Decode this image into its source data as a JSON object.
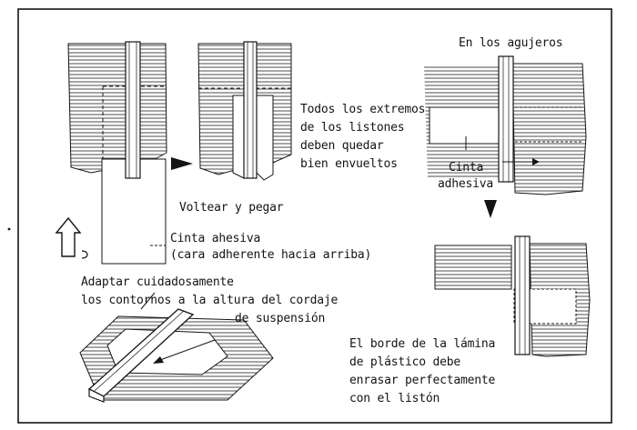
{
  "labels": {
    "en_los_agujeros": "En los agujeros",
    "todos_los_extremos": [
      "Todos los extremos",
      "de los listones",
      "deben quedar",
      "bien envueltos"
    ],
    "cinta_adhesiva": [
      "Cinta",
      "adhesiva"
    ],
    "voltear_y_pegar": "Voltear y pegar",
    "cinta_ahesiva": [
      "Cinta ahesiva",
      "(cara adherente hacia arriba)"
    ],
    "adaptar": [
      "Adaptar cuidadosamente",
      "los contornos a la altura del cordaje",
      "de suspensión"
    ],
    "el_borde": [
      "El borde de la lámina",
      "de plástico debe",
      "enrasar perfectamente",
      "con el listón"
    ]
  },
  "colors": {
    "ink": "#141414",
    "paper": "#ffffff",
    "hatch": "#3a3a3a"
  }
}
